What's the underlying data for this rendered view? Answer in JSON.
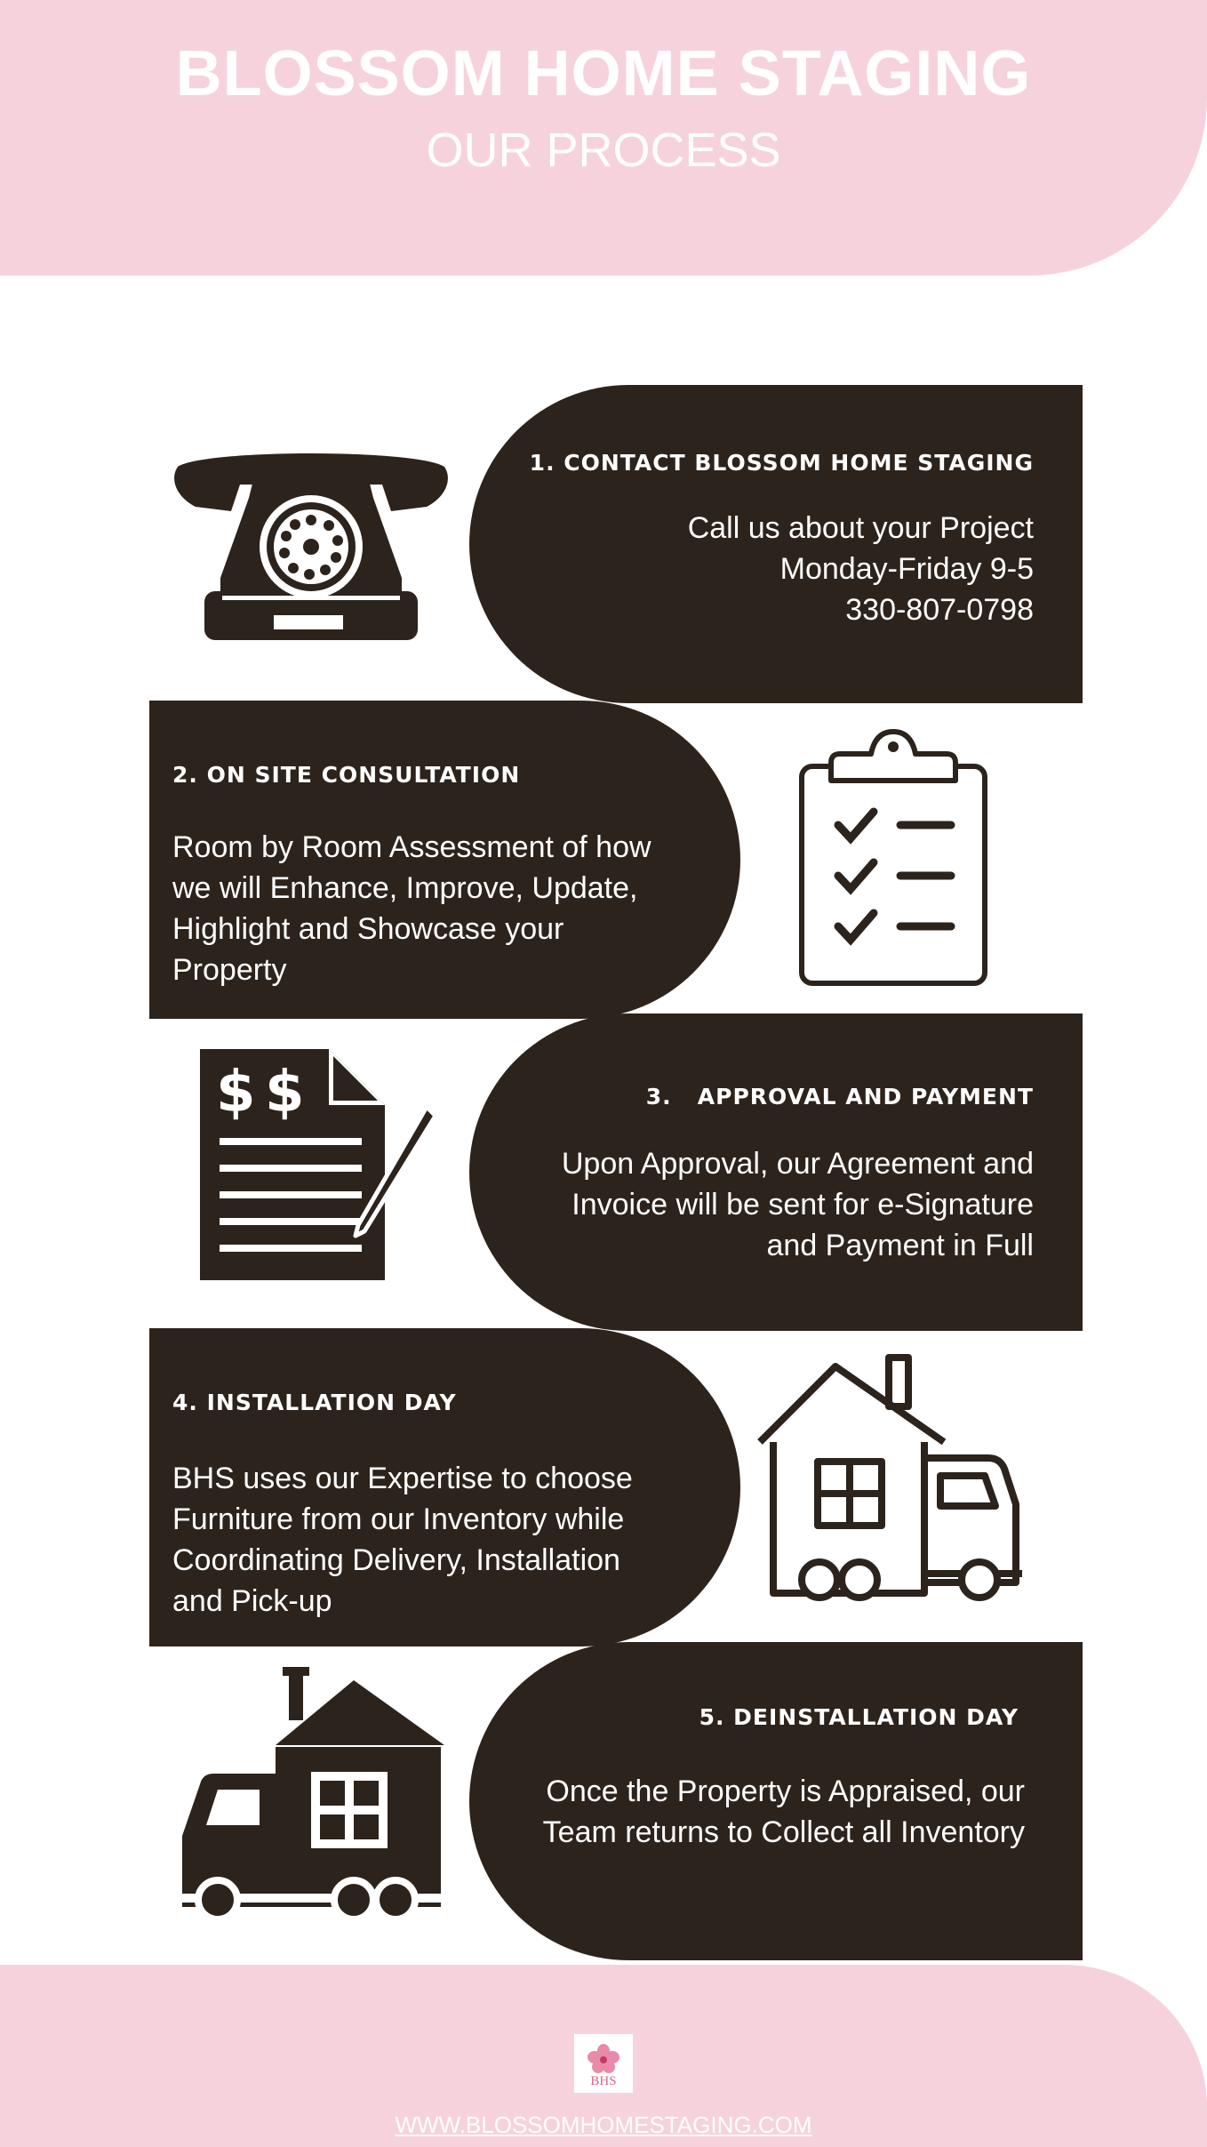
{
  "header": {
    "title": "BLOSSOM HOME STAGING",
    "subtitle": "OUR PROCESS"
  },
  "steps": [
    {
      "heading": "1. CONTACT BLOSSOM HOME STAGING",
      "body": "Call us about your Project\nMonday-Friday 9-5\n330-807-0798",
      "icon": "telephone-icon"
    },
    {
      "heading": "2. ON SITE CONSULTATION",
      "body": "Room by Room Assessment of how\nwe will Enhance, Improve, Update,\nHighlight and Showcase your\nProperty",
      "icon": "clipboard-checklist-icon"
    },
    {
      "heading": "3.   APPROVAL AND PAYMENT",
      "body": "Upon Approval, our Agreement and\nInvoice will be sent for e-Signature\nand Payment in Full",
      "icon": "invoice-pen-icon"
    },
    {
      "heading": "4. INSTALLATION DAY",
      "body": "BHS uses our Expertise to choose\nFurniture from our Inventory while\nCoordinating Delivery, Installation\nand Pick-up",
      "icon": "moving-house-truck-icon"
    },
    {
      "heading": "5. DEINSTALLATION DAY",
      "body": "Once the Property is Appraised,  our\nTeam returns to Collect all Inventory",
      "icon": "moving-house-truck-icon"
    }
  ],
  "footer": {
    "logo_text": "BHS",
    "url": "WWW.BLOSSOMHOMESTAGING.COM"
  },
  "colors": {
    "pink": "#f6d3dc",
    "dark": "#2c231c",
    "white": "#ffffff",
    "logo_pink": "#d9658a"
  }
}
